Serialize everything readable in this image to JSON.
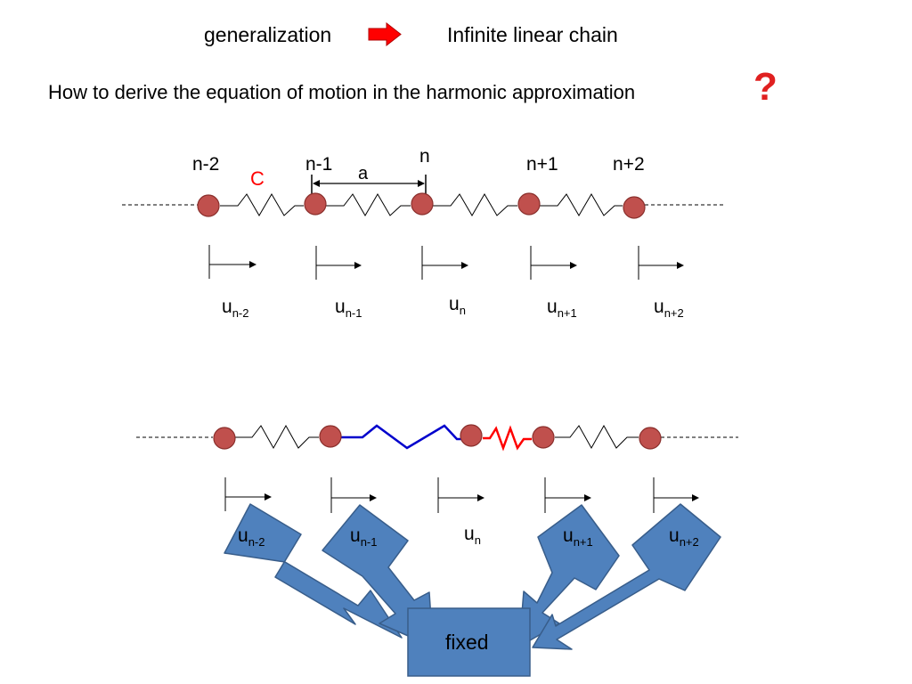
{
  "header": {
    "generalization": "generalization",
    "infinite_chain": "Infinite linear chain"
  },
  "question": {
    "text": "How to derive the equation of motion in the harmonic approximation",
    "mark": "?"
  },
  "chain1": {
    "site_labels": [
      "n-2",
      "n-1",
      "n",
      "n+1",
      "n+2"
    ],
    "spring_constant_label": "C",
    "lattice_spacing_label": "a",
    "displacements": [
      {
        "base": "u",
        "sub": "n-2"
      },
      {
        "base": "u",
        "sub": "n-1"
      },
      {
        "base": "u",
        "sub": "n"
      },
      {
        "base": "u",
        "sub": "n+1"
      },
      {
        "base": "u",
        "sub": "n+2"
      }
    ]
  },
  "chain2": {
    "displacements": [
      {
        "base": "u",
        "sub": "n-2"
      },
      {
        "base": "u",
        "sub": "n-1"
      },
      {
        "base": "u",
        "sub": "n"
      },
      {
        "base": "u",
        "sub": "n+1"
      },
      {
        "base": "u",
        "sub": "n+2"
      }
    ],
    "fixed_label": "fixed"
  },
  "colors": {
    "atom_fill": "#c0504d",
    "atom_stroke": "#8a2f2c",
    "callout_fill": "#4f81bd",
    "callout_stroke": "#385d8a",
    "arrow_red": "#ff0000",
    "spring_blue": "#0000cc",
    "spring_red": "#ff0000",
    "question_red": "#e02020",
    "spring_constant_red": "#ff0000"
  }
}
